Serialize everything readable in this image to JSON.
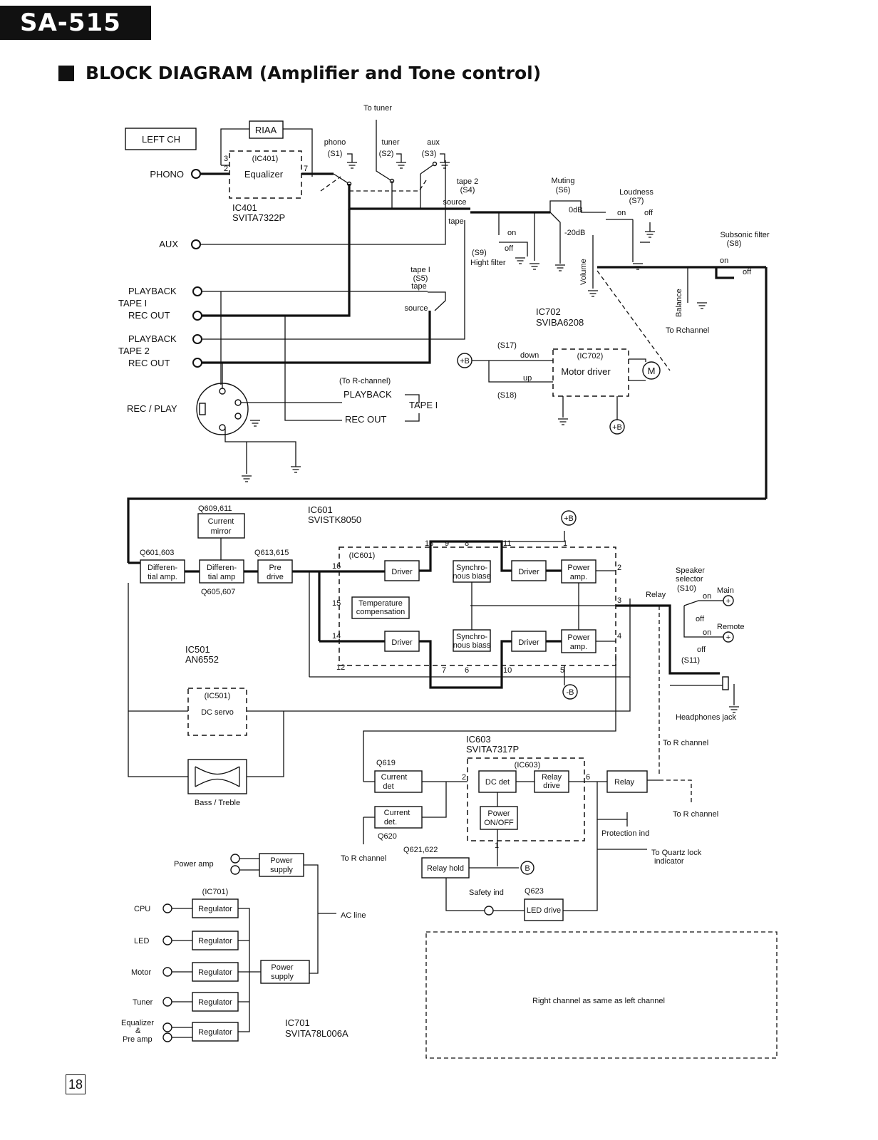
{
  "header": {
    "model": "SA-515",
    "title": "BLOCK DIAGRAM (Amplifier and Tone control)"
  },
  "page_number": "18",
  "labels": {
    "left_ch": "LEFT CH",
    "to_tuner": "To tuner",
    "riaa": "RIAA",
    "ic401_inner": "(IC401)",
    "equalizer": "Equalizer",
    "ic401": "IC401",
    "ic401_part": "SVITA7322P",
    "phono_jack": "PHONO",
    "aux_jack": "AUX",
    "s1": "phono (S1)",
    "s1_a": "phono",
    "s1_b": "(S1)",
    "s2_a": "tuner",
    "s2_b": "(S2)",
    "s3_a": "aux",
    "s3_b": "(S3)",
    "s4_a": "tape 2",
    "s4_b": "(S4)",
    "source": "source",
    "tape": "tape",
    "muting_a": "Muting",
    "muting_b": "(S6)",
    "odb": "0dB",
    "m20db": "-20dB",
    "loudness_a": "Loudness",
    "loudness_b": "(S7)",
    "on": "on",
    "off": "off",
    "subsonic_a": "Subsonic filter",
    "subsonic_b": "(S8)",
    "s9": "(S9)",
    "hight_filter": "Hight filter",
    "volume": "Volume",
    "balance": "Balance",
    "to_rchannel": "To Rchannel",
    "tape1_a": "tape I",
    "tape1_b": "(S5)",
    "ic702": "IC702",
    "ic702_part": "SVIBA6208",
    "s17": "(S17)",
    "s18": "(S18)",
    "down": "down",
    "up": "up",
    "ic702_inner": "(IC702)",
    "motor_driver": "Motor driver",
    "motor": "M",
    "plus_b": "+B",
    "minus_b": "-B",
    "b": "B",
    "playback": "PLAYBACK",
    "rec_out": "REC OUT",
    "tape_i": "TAPE I",
    "tape_2": "TAPE 2",
    "rec_play": "REC / PLAY",
    "to_r_channel_paren": "(To R-channel)",
    "tape_i_small": "TAPE I",
    "q609": "Q609,611",
    "current_mirror_a": "Current",
    "current_mirror_b": "mirror",
    "ic601": "IC601",
    "ic601_part": "SVISTK8050",
    "q601": "Q601,603",
    "q605": "Q605,607",
    "q613": "Q613,615",
    "diff_a": "Differen-",
    "diff_b": "tial amp.",
    "diff2_b": "tial amp",
    "pre_a": "Pre",
    "pre_b": "drive",
    "ic601_inner": "(IC601)",
    "driver": "Driver",
    "sync_a": "Synchro-",
    "sync_b": "nous biase",
    "sync2_b": "nous biass",
    "temp_a": "Temperature",
    "temp_b": "compensation",
    "power_amp_a": "Power",
    "power_amp_b": "amp.",
    "relay": "Relay",
    "speaker_a": "Speaker",
    "speaker_b": "selector",
    "speaker_c": "(S10)",
    "main": "Main",
    "remote": "Remote",
    "s11": "(S11)",
    "headphones": "Headphones jack",
    "to_r_channel": "To R channel",
    "ic501": "IC501",
    "ic501_part": "AN6552",
    "ic501_inner": "(IC501)",
    "dc_servo": "DC servo",
    "bass_treble": "Bass / Treble",
    "ic603": "IC603",
    "ic603_part": "SVITA7317P",
    "ic603_inner": "(IC603)",
    "q619": "Q619",
    "current_det_a": "Current",
    "current_det_b": "det",
    "current_det2_b": "det.",
    "q620": "Q620",
    "dc_det": "DC det",
    "relay_drive_a": "Relay",
    "relay_drive_b": "drive",
    "power_onoff_a": "Power",
    "power_onoff_b": "ON/OFF",
    "protection_ind": "Protection ind",
    "to_quartz_a": "To Quartz lock",
    "to_quartz_b": "indicator",
    "q621": "Q621,622",
    "relay_hold": "Relay hold",
    "safety_ind": "Safety ind",
    "q623": "Q623",
    "led_drive": "LED drive",
    "power_amp_lbl": "Power amp",
    "power_supply_a": "Power",
    "power_supply_b": "supply",
    "ic701_inner": "(IC701)",
    "cpu": "CPU",
    "led": "LED",
    "motor_rail": "Motor",
    "tuner_rail": "Tuner",
    "eq_a": "Equalizer",
    "eq_b": "&",
    "eq_c": "Pre amp",
    "regulator": "Regulator",
    "ac_line": "AC line",
    "ic701": "IC701",
    "ic701_part": "SVITA78L006A",
    "right_channel_note": "Right  channel  as  same  as  left  channel"
  }
}
